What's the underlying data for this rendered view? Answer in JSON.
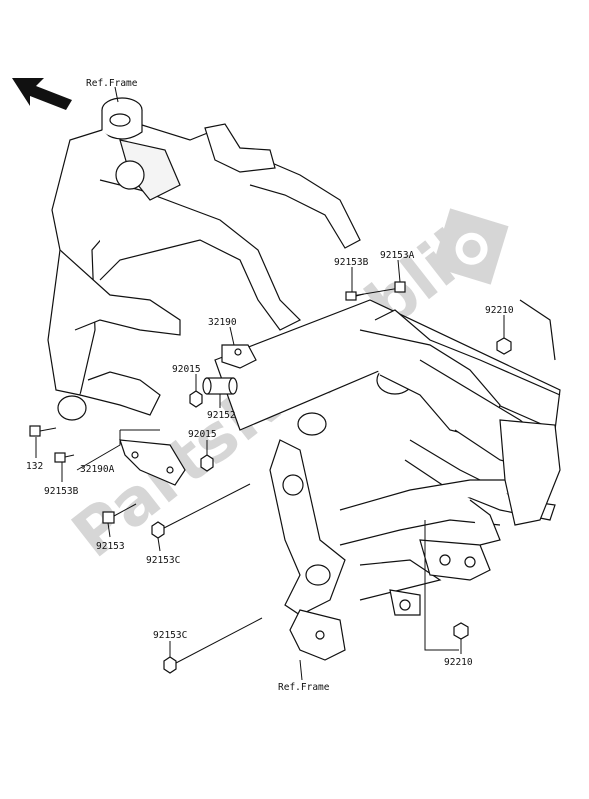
{
  "diagram": {
    "watermark": "PartsRepublik",
    "ref_frame_labels": [
      "Ref.Frame",
      "Ref.Frame"
    ],
    "parts": [
      {
        "id": "92153B",
        "label": "92153B"
      },
      {
        "id": "92153A",
        "label": "92153A"
      },
      {
        "id": "32190",
        "label": "32190"
      },
      {
        "id": "92210a",
        "label": "92210"
      },
      {
        "id": "92015a",
        "label": "92015"
      },
      {
        "id": "92152",
        "label": "92152"
      },
      {
        "id": "92015b",
        "label": "92015"
      },
      {
        "id": "132",
        "label": "132"
      },
      {
        "id": "32190A",
        "label": "32190A"
      },
      {
        "id": "92153Bb",
        "label": "92153B"
      },
      {
        "id": "92153",
        "label": "92153"
      },
      {
        "id": "92153C",
        "label": "92153C"
      },
      {
        "id": "92153Cb",
        "label": "92153C"
      },
      {
        "id": "92210b",
        "label": "92210"
      }
    ]
  }
}
